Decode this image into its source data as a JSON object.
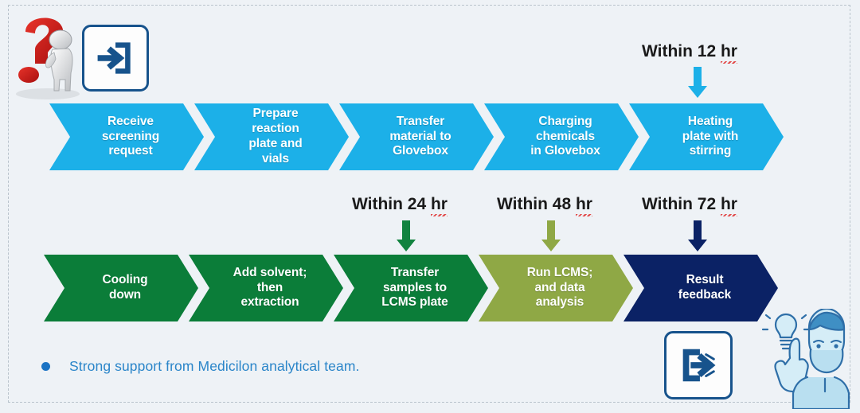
{
  "theme": {
    "background": "#eef2f6",
    "cyan": "#1CB0E8",
    "green": "#0B7D39",
    "olive": "#8FA845",
    "navy": "#0B2265",
    "bullet_blue": "#2a85c9",
    "icon_blue": "#17538c",
    "question_red": "#cc1f1f"
  },
  "top_row": {
    "name": "screening-workflow-top",
    "steps": [
      {
        "label": "Receive\nscreening\nrequest",
        "color": "#1CB0E8"
      },
      {
        "label": "Prepare\nreaction\nplate and\nvials",
        "color": "#1CB0E8"
      },
      {
        "label": "Transfer\nmaterial to\nGlovebox",
        "color": "#1CB0E8"
      },
      {
        "label": "Charging\nchemicals\nin Glovebox",
        "color": "#1CB0E8"
      },
      {
        "label": "Heating\nplate with\nstirring",
        "color": "#1CB0E8"
      }
    ]
  },
  "bottom_row": {
    "name": "screening-workflow-bottom",
    "steps": [
      {
        "label": "Cooling\ndown",
        "color": "#0B7D39"
      },
      {
        "label": "Add solvent;\nthen\nextraction",
        "color": "#0B7D39"
      },
      {
        "label": "Transfer\nsamples to\nLCMS plate",
        "color": "#0B7D39"
      },
      {
        "label": "Run LCMS;\nand data\nanalysis",
        "color": "#8FA845"
      },
      {
        "label": "Result\nfeedback",
        "color": "#0B2265"
      }
    ]
  },
  "timing_labels": [
    {
      "prefix": "Within 12 ",
      "unit": "hr",
      "arrow_color": "#1CB0E8",
      "target": "Heating plate with stirring"
    },
    {
      "prefix": "Within 24 ",
      "unit": "hr",
      "arrow_color": "#12833F",
      "target": "Transfer samples to LCMS plate"
    },
    {
      "prefix": "Within 48 ",
      "unit": "hr",
      "arrow_color": "#8FA845",
      "target": "Run LCMS; and data analysis"
    },
    {
      "prefix": "Within 72 ",
      "unit": "hr",
      "arrow_color": "#0B2265",
      "target": "Result feedback"
    }
  ],
  "footnote": {
    "bullet_text": "Strong support from Medicilon analytical team."
  },
  "icons": {
    "question_mark": "question-mark-figure-icon",
    "login_top": "login-arrow-icon",
    "login_bottom": "export-arrow-icon",
    "person": "person-idea-lightbulb-icon"
  }
}
